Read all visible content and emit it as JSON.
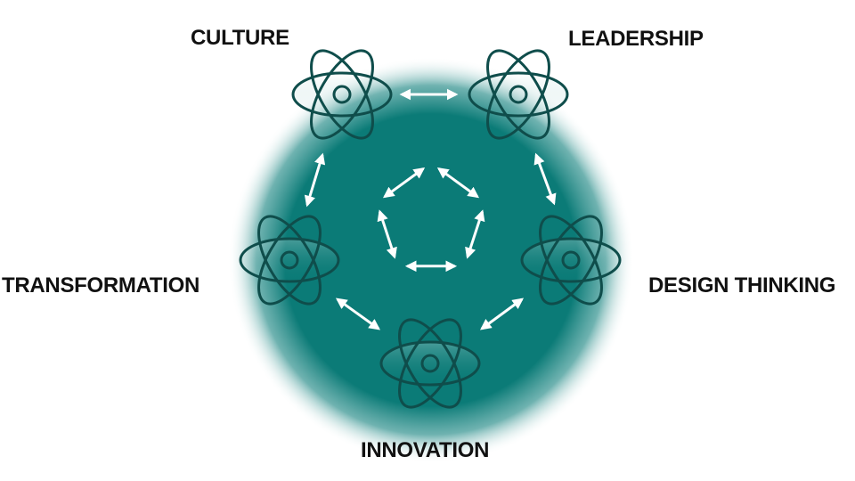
{
  "colors": {
    "glow": "#0b7b77",
    "atom_fill": "#0b7b77",
    "atom_stroke": "#0f4d4b",
    "arrow": "#ffffff",
    "label": "#111111"
  },
  "nodes": [
    {
      "id": "culture",
      "label": "CULTURE",
      "icon": "atom-icon"
    },
    {
      "id": "leadership",
      "label": "LEADERSHIP",
      "icon": "atom-icon"
    },
    {
      "id": "design_thinking",
      "label": "DESIGN THINKING",
      "icon": "atom-icon"
    },
    {
      "id": "innovation",
      "label": "INNOVATION",
      "icon": "atom-icon"
    },
    {
      "id": "transformation",
      "label": "TRANSFORMATION",
      "icon": "atom-icon"
    }
  ],
  "connections": [
    {
      "from": "culture",
      "to": "leadership",
      "type": "double-arrow"
    },
    {
      "from": "leadership",
      "to": "design_thinking",
      "type": "double-arrow"
    },
    {
      "from": "design_thinking",
      "to": "innovation",
      "type": "double-arrow"
    },
    {
      "from": "innovation",
      "to": "transformation",
      "type": "double-arrow"
    },
    {
      "from": "transformation",
      "to": "culture",
      "type": "double-arrow"
    }
  ],
  "center": {
    "shape": "pentagon",
    "edges": 5,
    "edge_type": "double-arrow"
  }
}
